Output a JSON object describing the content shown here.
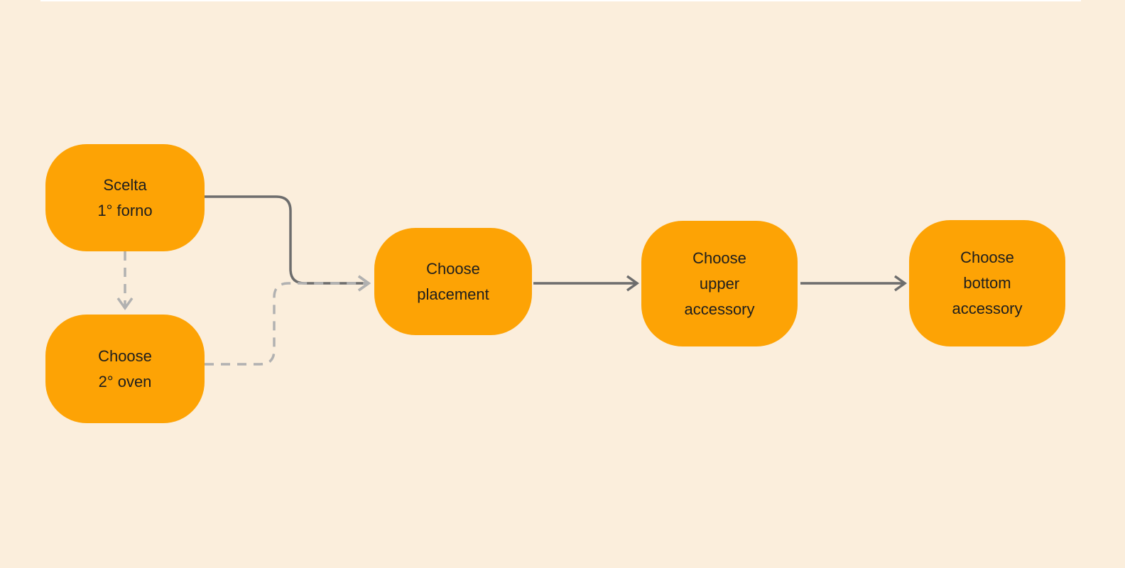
{
  "theme": {
    "background": "#FBEEDC",
    "node_fill": "#FDA305",
    "node_text_color": "#1E1E1E",
    "solid_line_color": "#6D6D6D",
    "dashed_line_color": "#B1B1B1"
  },
  "diagram": {
    "type": "flowchart",
    "nodes": [
      {
        "id": "scelta-1-forno",
        "lines": [
          "Scelta",
          "1° forno"
        ]
      },
      {
        "id": "choose-2-oven",
        "lines": [
          "Choose",
          "2° oven"
        ]
      },
      {
        "id": "choose-placement",
        "lines": [
          "Choose",
          "placement"
        ]
      },
      {
        "id": "choose-upper-accessory",
        "lines": [
          "Choose",
          "upper",
          "accessory"
        ]
      },
      {
        "id": "choose-bottom-accessory",
        "lines": [
          "Choose",
          "bottom",
          "accessory"
        ]
      }
    ],
    "edges": [
      {
        "from": "scelta-1-forno",
        "to": "choose-placement",
        "style": "solid",
        "arrow": true
      },
      {
        "from": "scelta-1-forno",
        "to": "choose-2-oven",
        "style": "dashed",
        "arrow": true
      },
      {
        "from": "choose-2-oven",
        "to": "choose-placement",
        "style": "dashed",
        "arrow": true
      },
      {
        "from": "choose-placement",
        "to": "choose-upper-accessory",
        "style": "solid",
        "arrow": true
      },
      {
        "from": "choose-upper-accessory",
        "to": "choose-bottom-accessory",
        "style": "solid",
        "arrow": true
      }
    ]
  }
}
